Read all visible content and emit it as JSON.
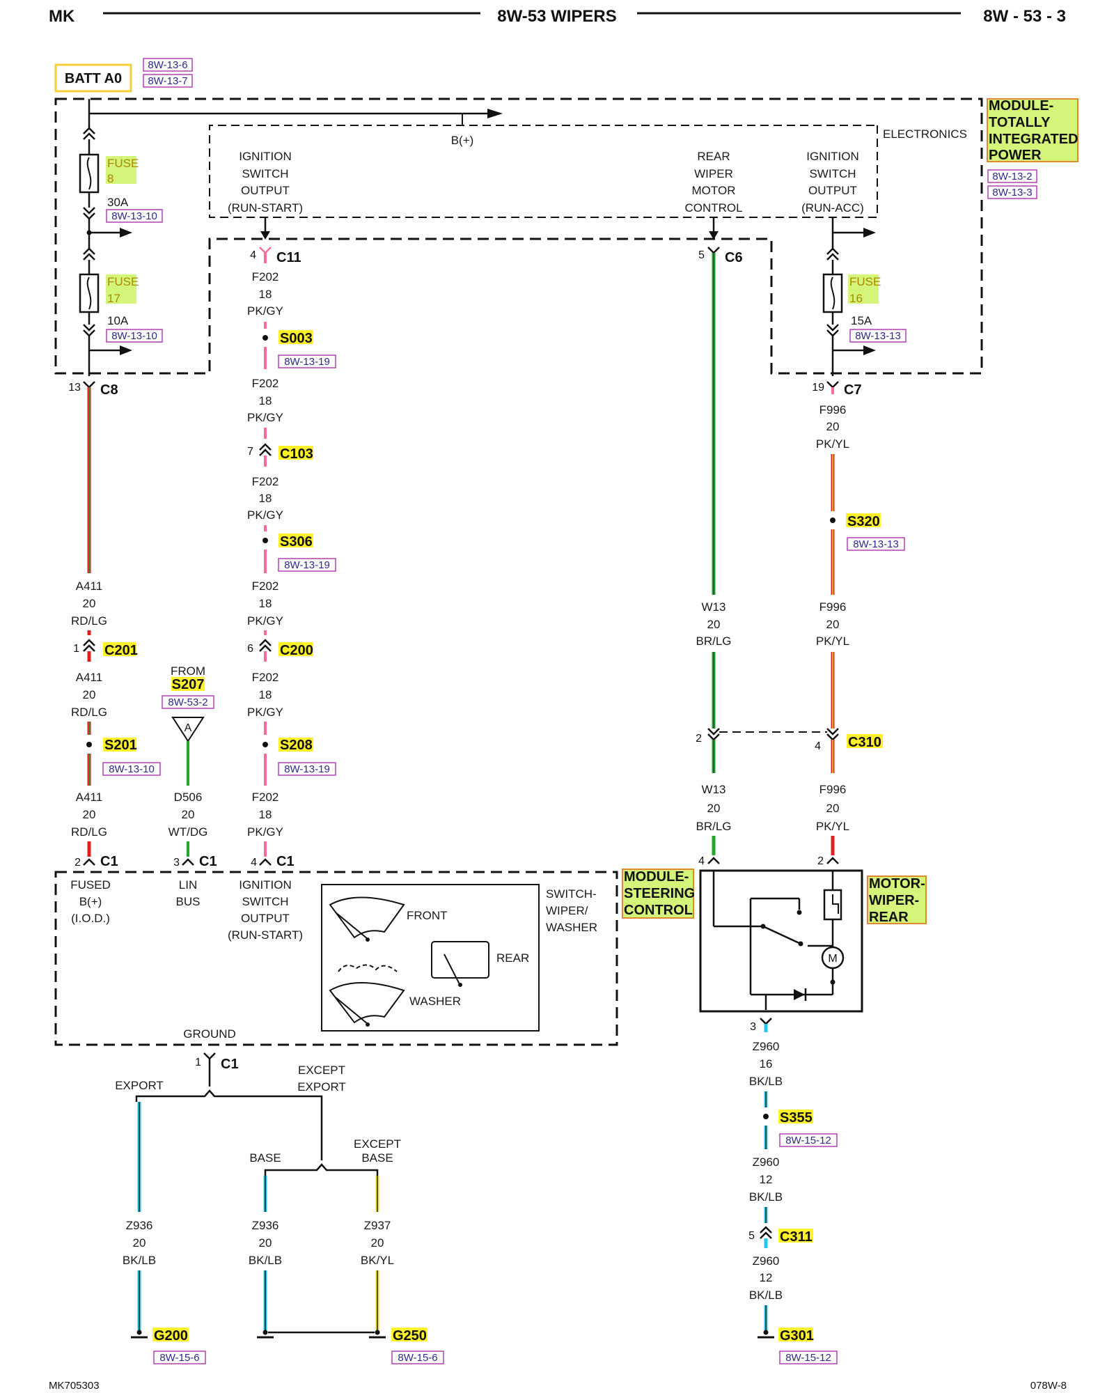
{
  "colors": {
    "hl_green": "#d4f57a",
    "hl_yellow": "#fff12a",
    "ref_box": "#b040b0",
    "wire_pink": "#ff6b9a",
    "wire_red": "#e02020",
    "wire_green": "#1fa82a",
    "wire_black": "#222222",
    "wire_cyan": "#22c8e8",
    "wire_yellow": "#f4e11c"
  },
  "header": {
    "left": "MK",
    "center": "8W-53 WIPERS",
    "right": "8W - 53 - 3"
  },
  "footer": {
    "left": "MK705303",
    "right": "078W-8"
  },
  "batt": {
    "label": "BATT A0",
    "refs": [
      "8W-13-6",
      "8W-13-7"
    ]
  },
  "tipm": {
    "name_lines": [
      "MODULE-",
      "TOTALLY",
      "INTEGRATED",
      "POWER"
    ],
    "refs": [
      "8W-13-2",
      "8W-13-3"
    ],
    "electronics": "ELECTRONICS",
    "bplus": "B(+)",
    "ign_run_start": [
      "IGNITION",
      "SWITCH",
      "OUTPUT",
      "(RUN-START)"
    ],
    "rear_wiper_ctrl": [
      "REAR",
      "WIPER",
      "MOTOR",
      "CONTROL"
    ],
    "ign_run_acc": [
      "IGNITION",
      "SWITCH",
      "OUTPUT",
      "(RUN-ACC)"
    ]
  },
  "fuses": [
    {
      "label": "FUSE",
      "num": "8",
      "amp": "30A",
      "ref": "8W-13-10"
    },
    {
      "label": "FUSE",
      "num": "17",
      "amp": "10A",
      "ref": "8W-13-10"
    },
    {
      "label": "FUSE",
      "num": "16",
      "amp": "15A",
      "ref": "8W-13-13"
    }
  ],
  "connectors": {
    "c8": {
      "pin": "13",
      "name": "C8"
    },
    "c11": {
      "pin": "4",
      "name": "C11"
    },
    "c6": {
      "pin": "5",
      "name": "C6"
    },
    "c7": {
      "pin": "19",
      "name": "C7"
    },
    "c103": {
      "pin": "7",
      "name": "C103"
    },
    "c200": {
      "pin": "6",
      "name": "C200"
    },
    "c201": {
      "pin": "1",
      "name": "C201"
    },
    "c310a": {
      "pin": "2",
      "name": ""
    },
    "c310b": {
      "pin": "4",
      "name": "C310"
    },
    "c1a": {
      "pin": "2",
      "name": "C1"
    },
    "c1b": {
      "pin": "3",
      "name": "C1"
    },
    "c1c": {
      "pin": "4",
      "name": "C1"
    },
    "c1g": {
      "pin": "1",
      "name": "C1"
    },
    "motor4": {
      "pin": "4",
      "name": ""
    },
    "motor2": {
      "pin": "2",
      "name": ""
    },
    "motor3": {
      "pin": "3",
      "name": ""
    },
    "c311": {
      "pin": "5",
      "name": "C311"
    }
  },
  "splices": {
    "s003": {
      "name": "S003",
      "ref": "8W-13-19"
    },
    "s306": {
      "name": "S306",
      "ref": "8W-13-19"
    },
    "s208": {
      "name": "S208",
      "ref": "8W-13-19"
    },
    "s201": {
      "name": "S201",
      "ref": "8W-13-10"
    },
    "s320": {
      "name": "S320",
      "ref": "8W-13-13"
    },
    "s355": {
      "name": "S355",
      "ref": "8W-15-12"
    }
  },
  "from_s207": {
    "from": "FROM",
    "name": "S207",
    "ref": "8W-53-2",
    "tri": "A"
  },
  "wires": {
    "a411_1": [
      "A411",
      "20",
      "RD/LG"
    ],
    "a411_2": [
      "A411",
      "20",
      "RD/LG"
    ],
    "a411_3": [
      "A411",
      "20",
      "RD/LG"
    ],
    "f202_1": [
      "F202",
      "18",
      "PK/GY"
    ],
    "f202_2": [
      "F202",
      "18",
      "PK/GY"
    ],
    "f202_3": [
      "F202",
      "18",
      "PK/GY"
    ],
    "f202_4": [
      "F202",
      "18",
      "PK/GY"
    ],
    "f202_5": [
      "F202",
      "18",
      "PK/GY"
    ],
    "f202_6": [
      "F202",
      "18",
      "PK/GY"
    ],
    "d506": [
      "D506",
      "20",
      "WT/DG"
    ],
    "w13_1": [
      "W13",
      "20",
      "BR/LG"
    ],
    "w13_2": [
      "W13",
      "20",
      "BR/LG"
    ],
    "f996_1": [
      "F996",
      "20",
      "PK/YL"
    ],
    "f996_2": [
      "F996",
      "20",
      "PK/YL"
    ],
    "f996_3": [
      "F996",
      "20",
      "PK/YL"
    ],
    "z960_1": [
      "Z960",
      "16",
      "BK/LB"
    ],
    "z960_2": [
      "Z960",
      "12",
      "BK/LB"
    ],
    "z960_3": [
      "Z960",
      "12",
      "BK/LB"
    ],
    "z936_1": [
      "Z936",
      "20",
      "BK/LB"
    ],
    "z936_2": [
      "Z936",
      "20",
      "BK/LB"
    ],
    "z937": [
      "Z937",
      "20",
      "BK/YL"
    ]
  },
  "scm": {
    "name_lines": [
      "MODULE-",
      "STEERING",
      "CONTROL"
    ],
    "fused": [
      "FUSED",
      "B(+)",
      "(I.O.D.)"
    ],
    "lin": [
      "LIN",
      "BUS"
    ],
    "ign": [
      "IGNITION",
      "SWITCH",
      "OUTPUT",
      "(RUN-START)"
    ],
    "switch": [
      "SWITCH-",
      "WIPER/",
      "WASHER"
    ],
    "front": "FRONT",
    "rear": "REAR",
    "washer": "WASHER",
    "ground": "GROUND"
  },
  "motor": {
    "name_lines": [
      "MOTOR-",
      "WIPER-",
      "REAR"
    ],
    "m": "M"
  },
  "ground": {
    "export": "EXPORT",
    "except_export": [
      "EXCEPT",
      "EXPORT"
    ],
    "base": "BASE",
    "except_base": [
      "EXCEPT",
      "BASE"
    ],
    "g200": {
      "name": "G200",
      "ref": "8W-15-6"
    },
    "g250": {
      "name": "G250",
      "ref": "8W-15-6"
    },
    "g301": {
      "name": "G301",
      "ref": "8W-15-12"
    }
  }
}
